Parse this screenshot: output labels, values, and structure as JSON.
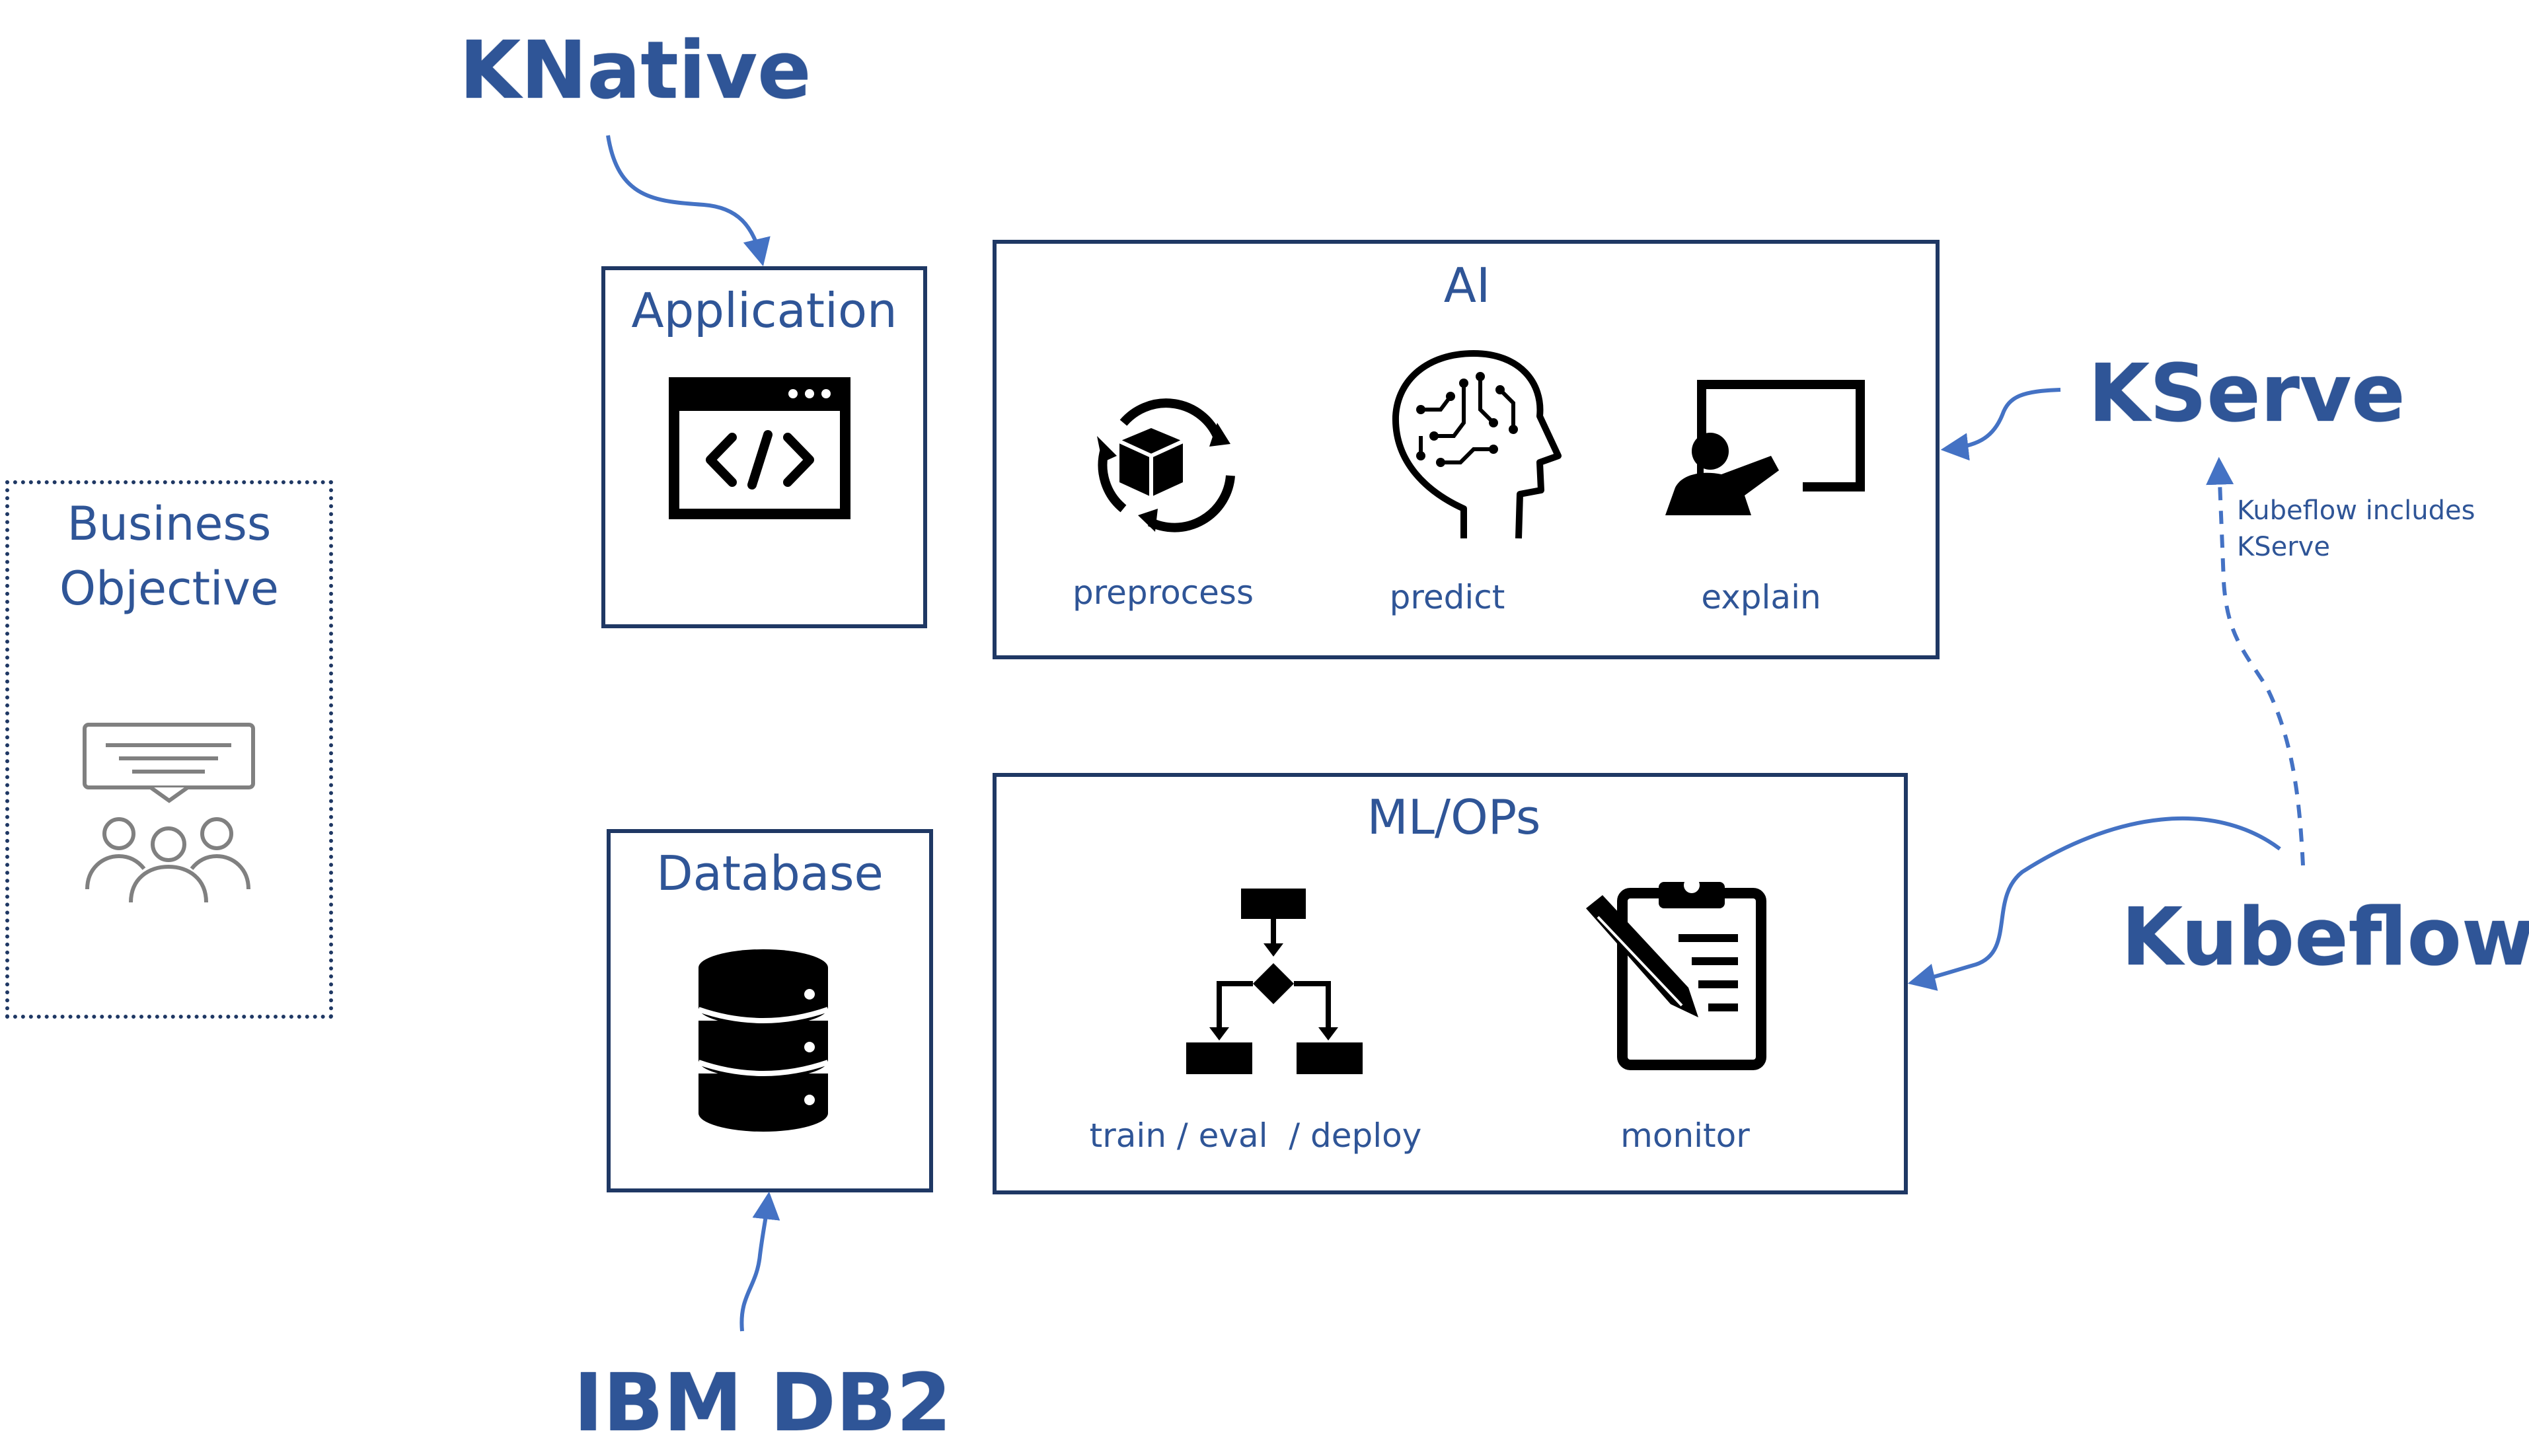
{
  "labels": {
    "knative": "KNative",
    "kserve": "KServe",
    "kubeflow": "Kubeflow",
    "ibm_db2": "IBM DB2",
    "business_line1": "Business",
    "business_line2": "Objective",
    "application": "Application",
    "database": "Database",
    "ai": "AI",
    "mlops": "ML/OPs",
    "preprocess": "preprocess",
    "predict": "predict",
    "explain": "explain",
    "train_eval_deploy": "train / eval  / deploy",
    "monitor": "monitor",
    "kubeflow_note_line1": "Kubeflow includes",
    "kubeflow_note_line2": "KServe"
  },
  "icons": {
    "application": "code-window-icon",
    "database": "database-icon",
    "preprocess": "cycle-package-icon",
    "predict": "brain-circuit-head-icon",
    "explain": "presenter-board-icon",
    "train": "flowchart-icon",
    "monitor": "clipboard-pen-icon",
    "business": "meeting-people-icon"
  },
  "colors": {
    "label_blue": "#2f5597",
    "box_border": "#1f3864",
    "arrow_blue": "#4472c4",
    "icon_black": "#000000",
    "icon_gray": "#808080"
  }
}
